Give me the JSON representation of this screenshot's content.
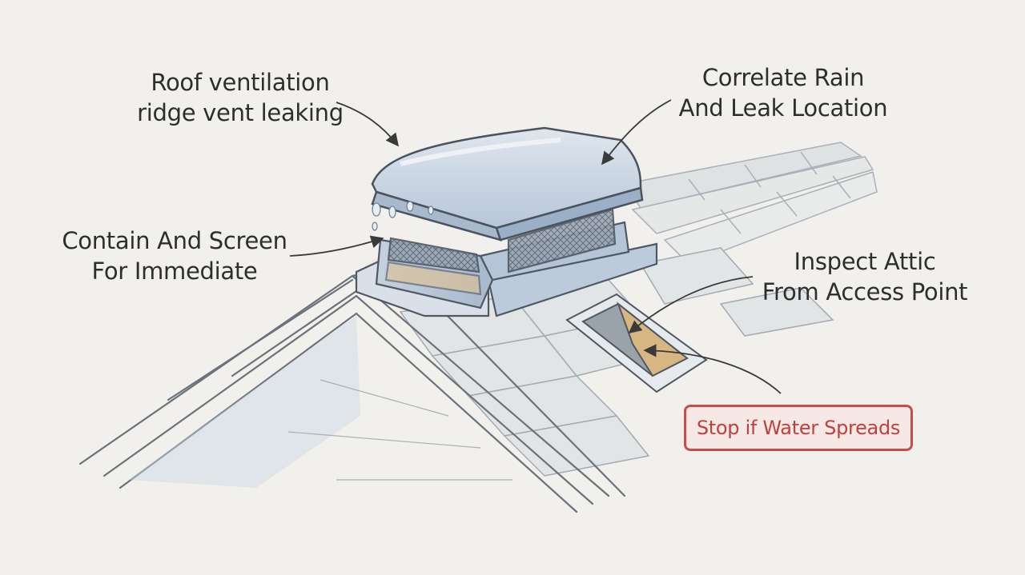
{
  "labels": {
    "ridge_vent": [
      "Roof ventilation",
      "ridge vent leaking"
    ],
    "correlate": [
      "Correlate Rain",
      "And Leak Location"
    ],
    "contain": [
      "Contain And Screen",
      "For Immediate"
    ],
    "inspect": [
      "Inspect Attic",
      "From Access Point"
    ]
  },
  "warning": {
    "text": "Stop if Water Spreads",
    "color": "#c84d4a"
  },
  "colors": {
    "paper": "#f1f0ec",
    "ink": "#4a4f57",
    "vent_blue": "#c6d3e2",
    "water_stain": "#e2c08e"
  }
}
